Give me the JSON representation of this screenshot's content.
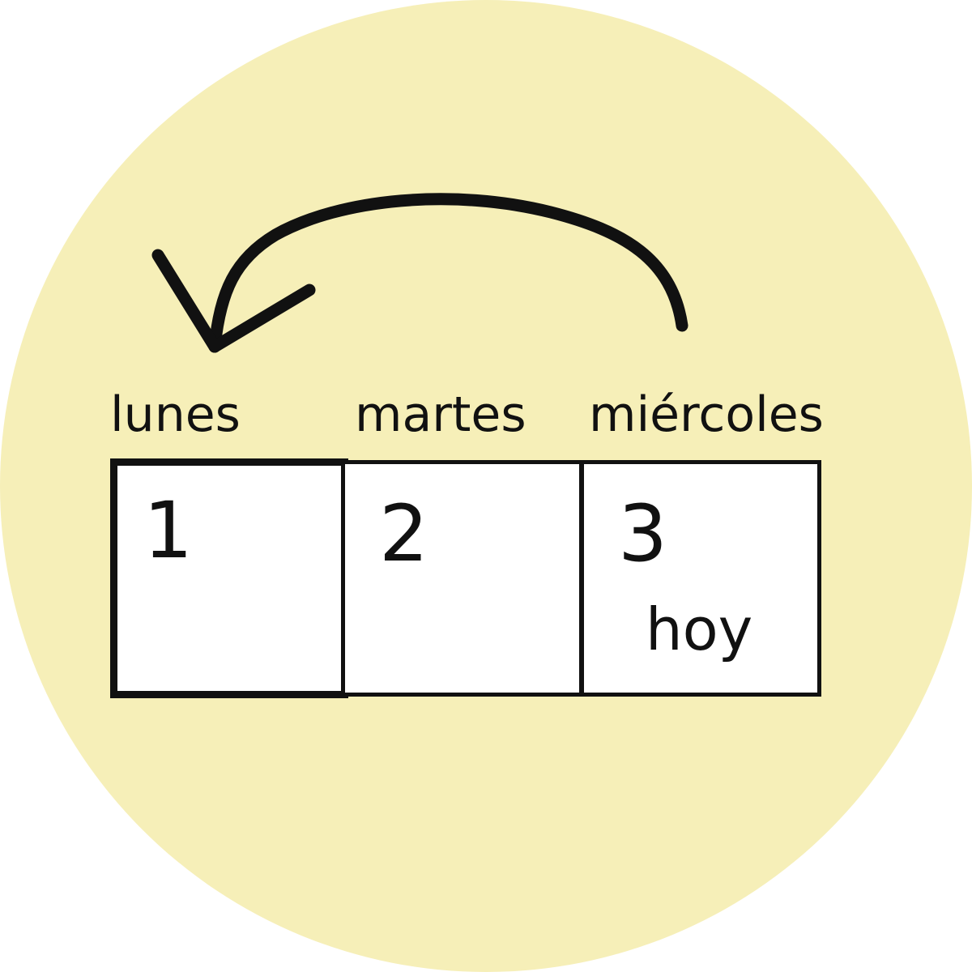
{
  "colors": {
    "background_circle": "#f6efb8",
    "ink": "#111111",
    "box_fill": "#ffffff"
  },
  "days": [
    {
      "label": "lunes",
      "number": "1"
    },
    {
      "label": "martes",
      "number": "2"
    },
    {
      "label": "miércoles",
      "number": "3",
      "note": "hoy"
    }
  ],
  "icons": {
    "arrow": "curved-arrow-left-icon"
  }
}
